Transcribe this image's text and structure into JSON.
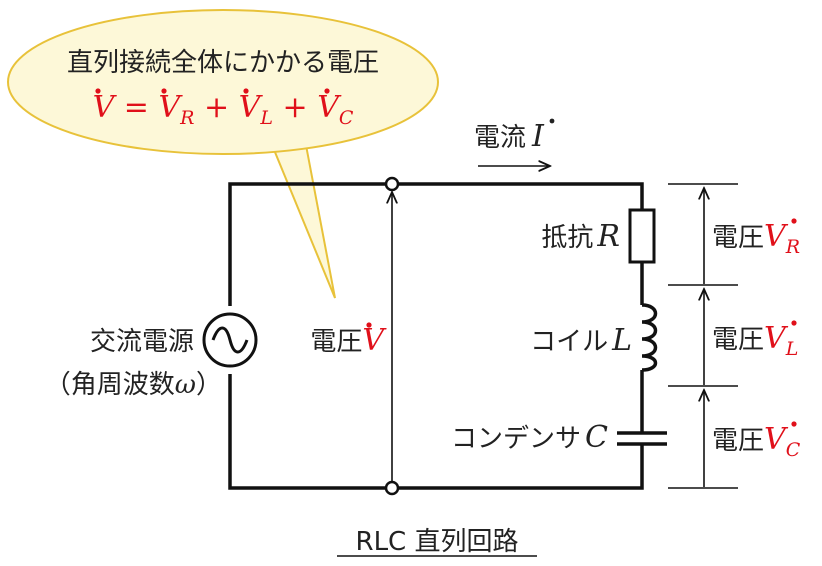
{
  "callout": {
    "title": "直列接続全体にかかる電圧",
    "equation": {
      "v": "V",
      "eq": " = ",
      "vr": "V",
      "r": "R",
      "p1": " + ",
      "vl": "V",
      "l": "L",
      "p2": " + ",
      "vc": "V",
      "c": "C"
    }
  },
  "current": {
    "label": "電流",
    "symbol": "I"
  },
  "source": {
    "label": "交流電源",
    "sub_open": "（角周波数",
    "omega": "ω",
    "sub_close": "）"
  },
  "center_voltage": {
    "label": "電圧",
    "symbol": "V"
  },
  "resistor": {
    "label": "抵抗",
    "symbol": "R"
  },
  "coil": {
    "label": "コイル",
    "symbol": "L"
  },
  "capacitor": {
    "label": "コンデンサ",
    "symbol": "C"
  },
  "voltages": {
    "vr": {
      "label": "電圧",
      "symbol": "V",
      "sub": "R"
    },
    "vl": {
      "label": "電圧",
      "symbol": "V",
      "sub": "L"
    },
    "vc": {
      "label": "電圧",
      "symbol": "V",
      "sub": "C"
    }
  },
  "caption": "RLC 直列回路",
  "colors": {
    "accent_red": "#e0101a",
    "callout_fill": "#fdf8d8",
    "callout_stroke": "#e8c23a"
  }
}
